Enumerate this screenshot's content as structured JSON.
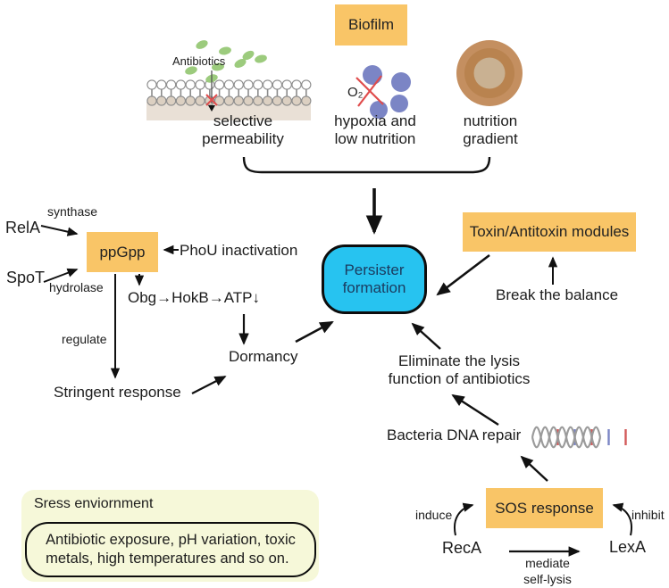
{
  "colors": {
    "box_orange": "#F9C567",
    "persister_cyan": "#27C3F0",
    "stress_yellow": "#F6F8D9",
    "antibiotic_green": "#9CCB7D",
    "hypoxia_purple": "#7B85C5",
    "nutrition_brown": "#C48F60",
    "dna_gray": "#9B9B9B",
    "cross_red": "#E04C4C",
    "arrow_black": "#111111"
  },
  "top": {
    "biofilm": "Biofilm",
    "antibiotics": "Antibiotics",
    "o2": "O₂",
    "selective": "selective\npermeability",
    "hypoxia": "hypoxia and\nlow nutrition",
    "nutrition": "nutrition\ngradient"
  },
  "left_pathway": {
    "rela": "RelA",
    "synthase": "synthase",
    "spot": "SpoT",
    "hydrolase": "hydrolase",
    "ppgpp": "ppGpp",
    "phou": "PhoU inactivation",
    "obg_chain": "Obg→HokB→ATP↓",
    "regulate": "regulate",
    "stringent": "Stringent response",
    "dormancy": "Dormancy"
  },
  "center": {
    "persister": "Persister\nformation"
  },
  "right_pathway": {
    "toxin_antitoxin": "Toxin/Antitoxin modules",
    "break_balance": "Break the balance",
    "eliminate": "Eliminate the lysis\nfunction of antibiotics",
    "dna_repair": "Bacteria DNA repair",
    "sos": "SOS response",
    "induce": "induce",
    "inhibit": "inhibit",
    "reca": "RecA",
    "lexa": "LexA",
    "mediate": "mediate\nself-lysis"
  },
  "stress": {
    "title": "Sress enviornment",
    "body": "Antibiotic exposure, pH variation, toxic\nmetals, high temperatures and so on."
  }
}
